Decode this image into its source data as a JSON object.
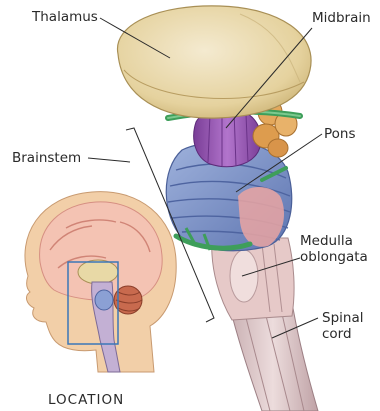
{
  "labels": {
    "thalamus": "Thalamus",
    "midbrain": "Midbrain",
    "pons": "Pons",
    "brainstem": "Brainstem",
    "medulla_line1": "Medulla",
    "medulla_line2": "oblongata",
    "spinal_line1": "Spinal",
    "spinal_line2": "cord"
  },
  "inset": {
    "caption": "LOCATION"
  },
  "colors": {
    "thalamus": "#e8d9a6",
    "midbrain": "#9b5ab5",
    "pons": "#7d95cc",
    "medulla": "#e6c9c8",
    "spinal_cord": "#d9c2c4",
    "vessel_green": "#3e9e5a",
    "orange_nuclei": "#e0a65a",
    "head_skin": "#f2cfa8",
    "cortex_pink": "#f1b7a6",
    "location_box": "#3b77b8"
  }
}
